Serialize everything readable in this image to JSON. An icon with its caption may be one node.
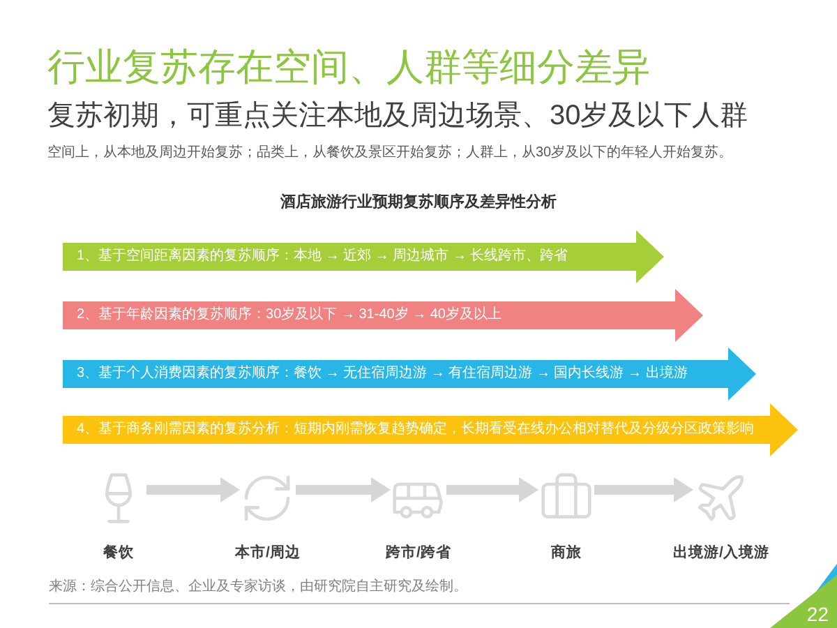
{
  "diagram": {
    "title": "行业复苏存在空间、人群等细分差异",
    "nodes": [
      {
        "text": [
          "1、基于空间距离因素的复苏顺序：本地 → 近郊 → 周边城市 → 长线跨市、跨省"
        ]
      },
      {
        "text": [
          "2、基于年龄因素的复苏顺序：30岁及以下 → 31-40岁 → 40岁及以上"
        ]
      },
      {
        "text": [
          "3、基于个人消费因素的复苏顺序：餐饮 → 无住宿周边游 → 有住宿周边游 → 国内长线游 → 出境游"
        ]
      },
      {
        "text": [
          "4、基于商务刚需因素的复苏分析：短期内刚需恢复趋势确定，长期看受在线办公相对替代及分级分区政策影响"
        ]
      },
      {
        "text": [
          "餐饮"
        ]
      },
      {
        "text": [
          "本市/周边"
        ]
      },
      {
        "text": [
          "跨市/跨省"
        ]
      },
      {
        "text": [
          "商旅"
        ]
      },
      {
        "text": [
          "出境游/入境游"
        ]
      }
    ],
    "edges": [
      {
        "from": 4,
        "to": 5,
        "arrow": "to"
      },
      {
        "from": 5,
        "to": 6,
        "arrow": "to"
      },
      {
        "from": 6,
        "to": 7,
        "arrow": "to"
      },
      {
        "from": 7,
        "to": 8,
        "arrow": "to"
      }
    ],
    "labels": [
      "复苏初期，可重点关注本地及周边场景、30岁及以下人群",
      "空间上，从本地及周边开始复苏；品类上，从餐饮及景区开始复苏；人群上，从30岁及以下的年轻人开始复苏。",
      "酒店旅游行业预期复苏顺序及差异性分析",
      "来源：综合公开信息、企业及专家访谈，由研究院自主研究及绘制。",
      "22"
    ]
  }
}
